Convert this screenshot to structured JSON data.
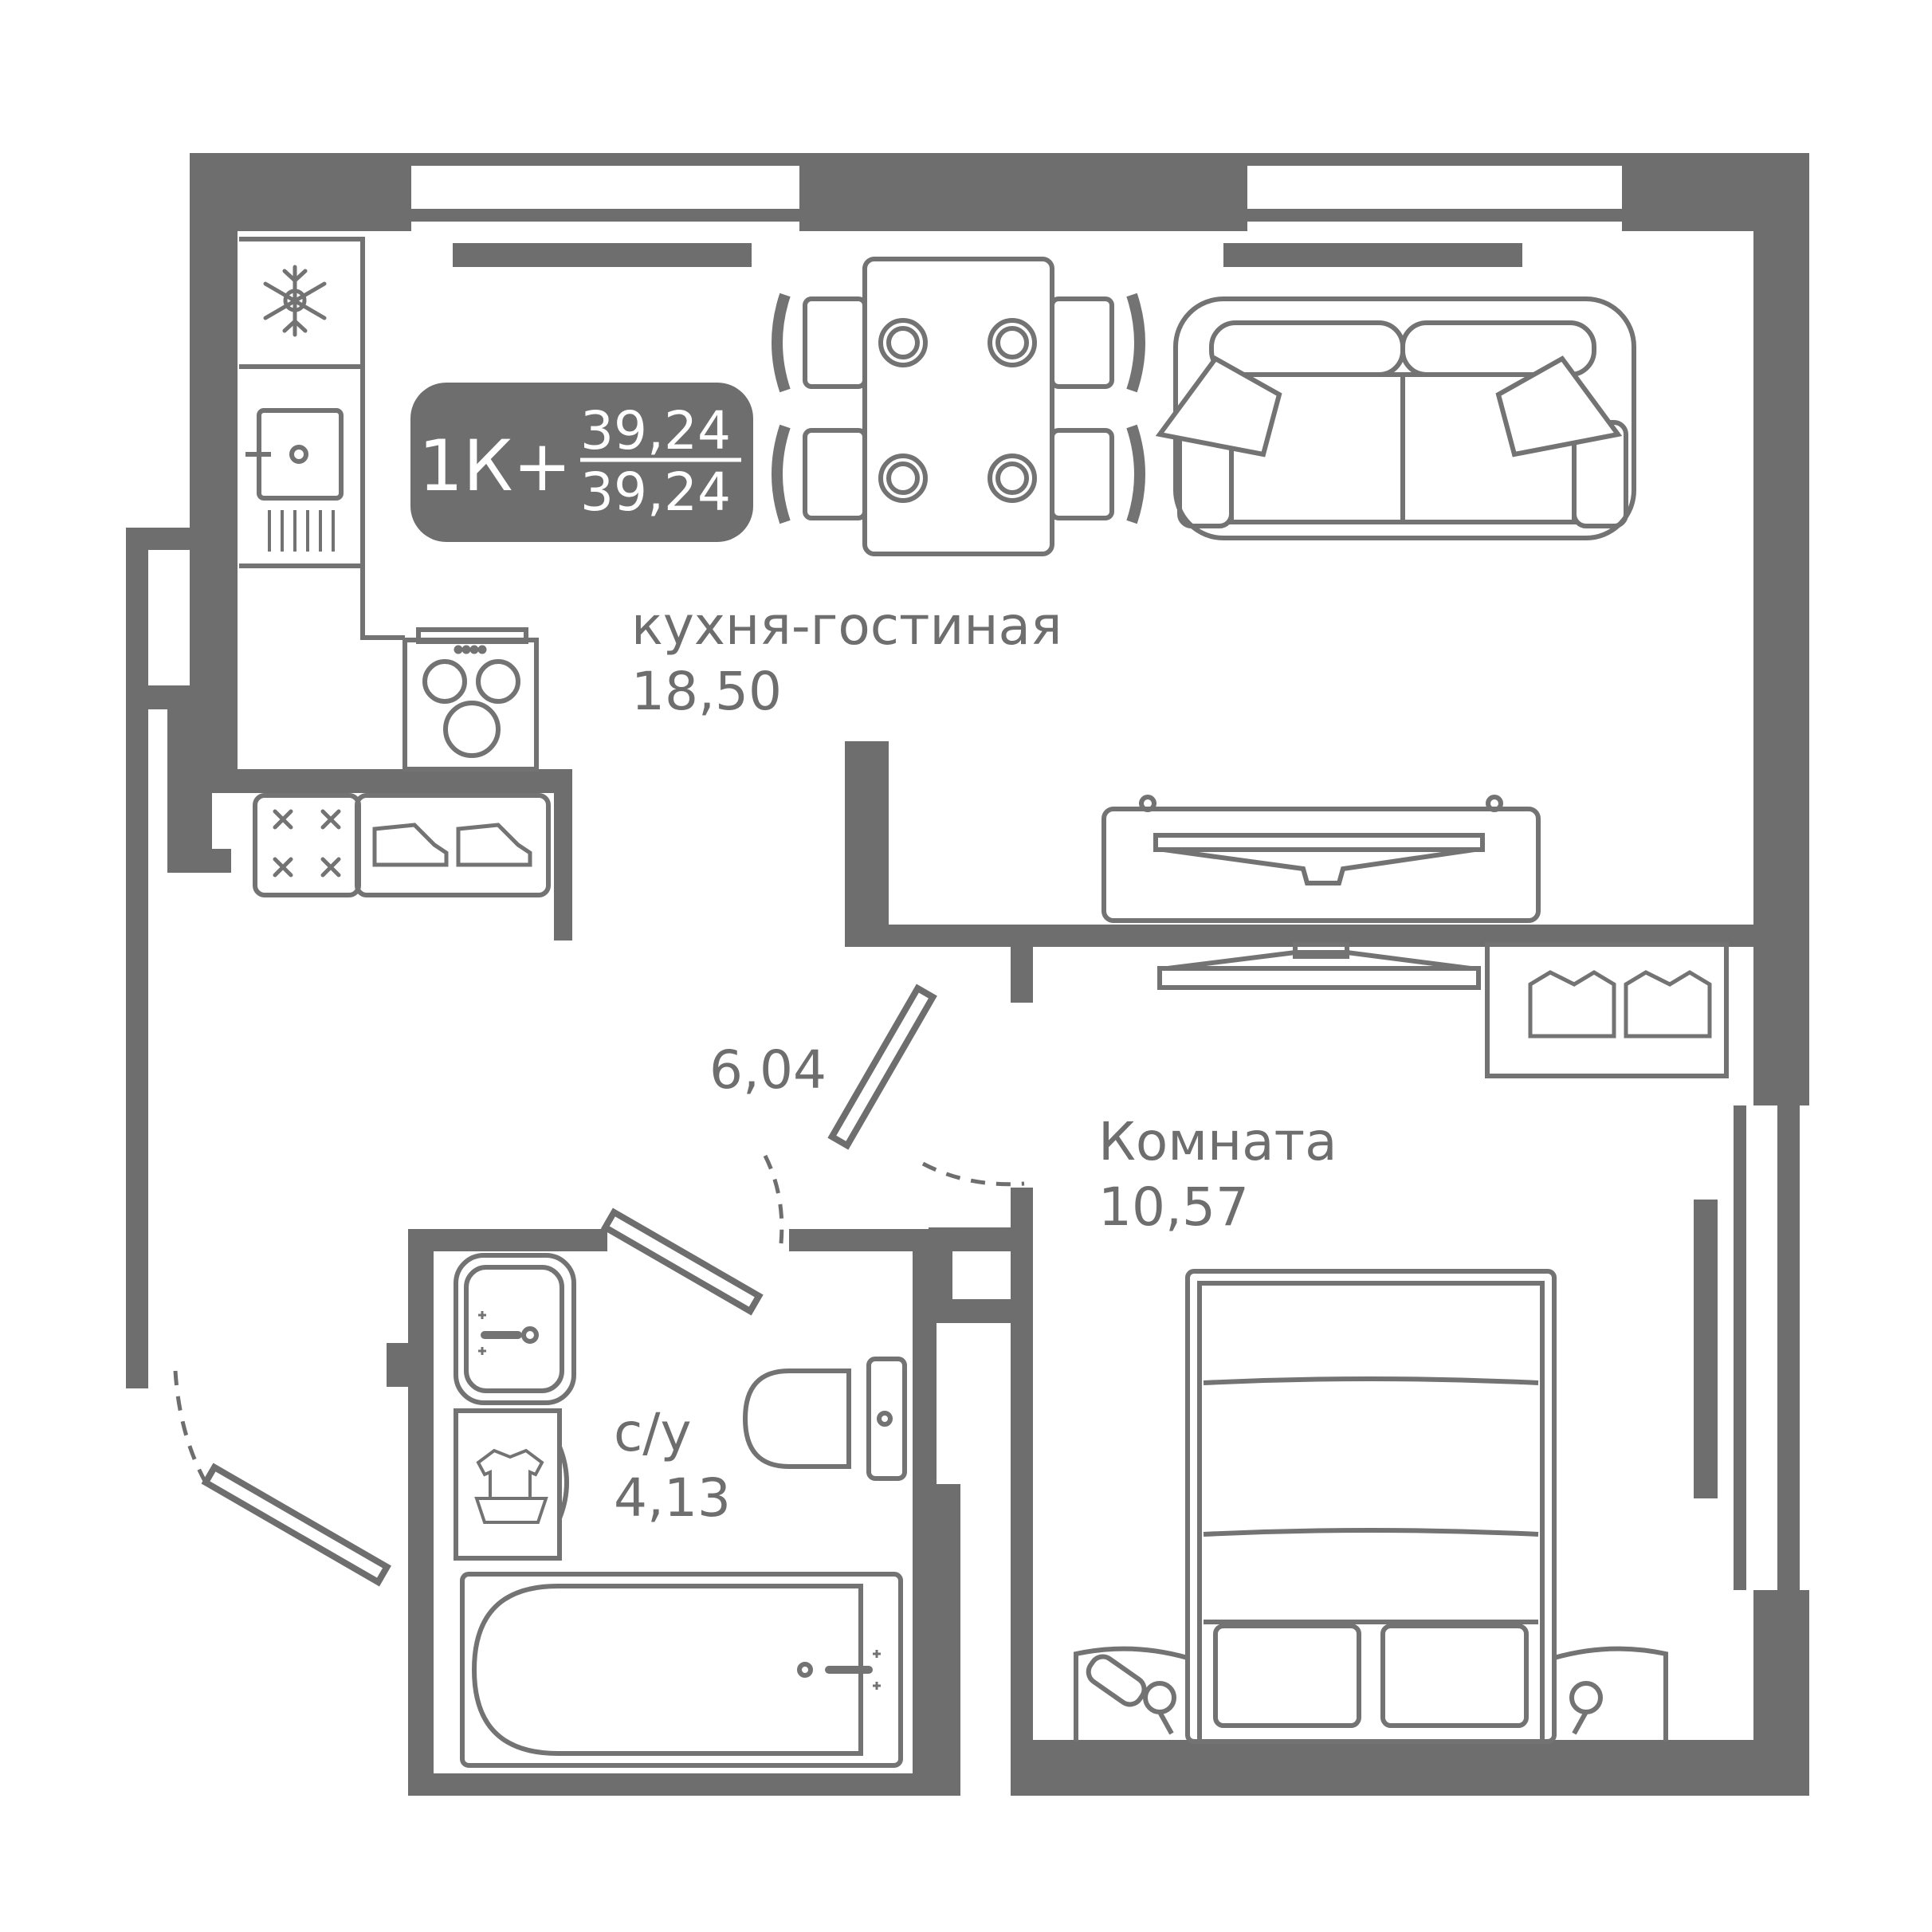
{
  "colors": {
    "wall": "#6e6e6e",
    "furniture_stroke": "#737373",
    "background": "#ffffff",
    "badge_text": "#ffffff"
  },
  "badge": {
    "type": "1К+",
    "area_total": "39,24",
    "area_living": "39,24"
  },
  "rooms": [
    {
      "id": "kitchen-living",
      "name": "кухня-гостиная",
      "area": "18,50"
    },
    {
      "id": "hallway",
      "name": "",
      "area": "6,04"
    },
    {
      "id": "bedroom",
      "name": "Комната",
      "area": "10,57"
    },
    {
      "id": "bathroom",
      "name": "с/у",
      "area": "4,13"
    }
  ],
  "icons": [
    "fridge-icon",
    "sink-icon",
    "stove-icon",
    "dining-table-icon",
    "sofa-icon",
    "tv-icon",
    "wardrobe-icon",
    "shoe-rack-icon",
    "bed-icon",
    "toilet-icon",
    "washbasin-icon",
    "washing-machine-icon",
    "bathtub-icon",
    "radiator-icon"
  ]
}
